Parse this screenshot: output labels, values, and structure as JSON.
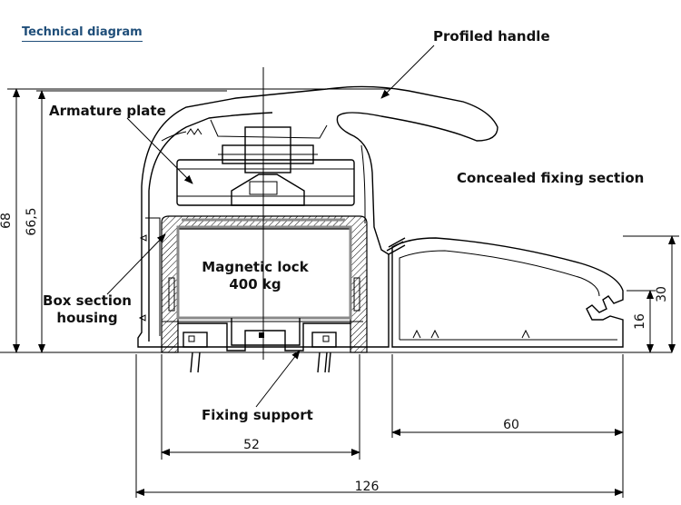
{
  "heading": "Technical diagram",
  "labels": {
    "profiled_handle": "Profiled handle",
    "armature_plate": "Armature plate",
    "concealed_fixing": "Concealed fixing section",
    "magnetic_lock_1": "Magnetic lock",
    "magnetic_lock_2": "400 kg",
    "box_section_1": "Box section",
    "box_section_2": "housing",
    "fixing_support": "Fixing support"
  },
  "dimensions": {
    "height_total": "68",
    "height_inner": "66,5",
    "width_housing": "52",
    "width_fixing": "60",
    "width_total": "126",
    "height_right_outer": "30",
    "height_right_inner": "16"
  }
}
